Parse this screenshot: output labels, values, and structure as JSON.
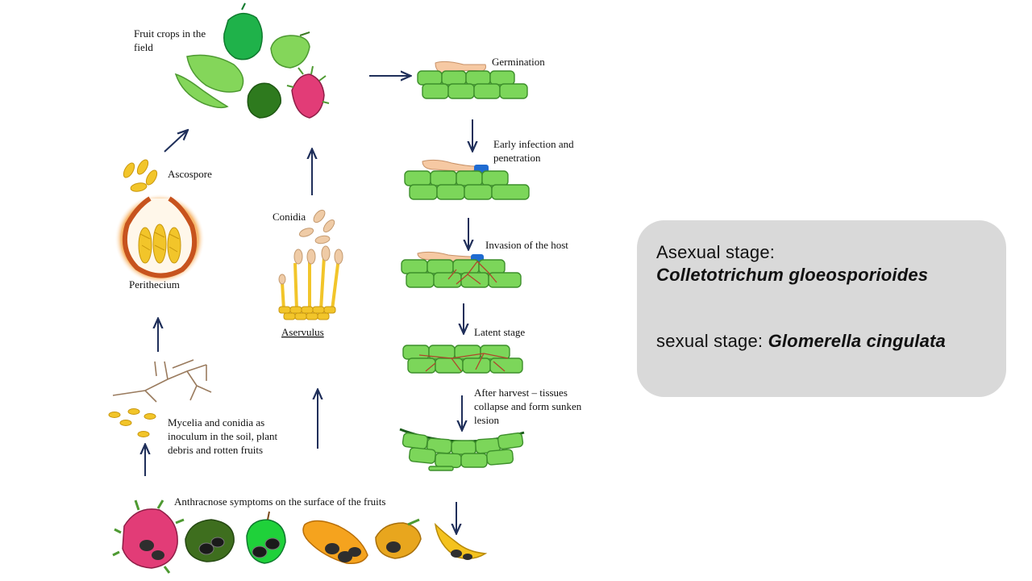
{
  "diagram": {
    "labels": {
      "fruit_crops": [
        "Fruit crops in the",
        "field"
      ],
      "germination": "Germination",
      "early_infection": [
        "Early infection and",
        "penetration"
      ],
      "invasion": "Invasion of the host",
      "latent": "Latent stage",
      "after_harvest": [
        "After harvest – tissues",
        "collapse and form sunken",
        "lesion"
      ],
      "ascospore": "Ascospore",
      "perithecium": "Perithecium",
      "conidia": "Conidia",
      "aservulus": "Aservulus",
      "mycelia": [
        "Mycelia and conidia as",
        "inoculum in the soil, plant",
        "debris and rotten fruits"
      ],
      "anthracnose": "Anthracnose symptoms on the surface of the fruits"
    },
    "icons": [
      "fruit-crops-icon",
      "host-cells-icon",
      "perithecium-icon",
      "acervulus-icon",
      "mycelium-icon",
      "infected-fruits-icon"
    ]
  },
  "stage_box": {
    "asexual_label": "Asexual stage:",
    "asexual_name": "Colletotrichum gloeosporioides",
    "sexual_label": "sexual stage: ",
    "sexual_name": "Glomerella cingulata"
  },
  "colors": {
    "arrow": "#1f2f5a",
    "cell_fill": "#7cd65a",
    "cell_stroke": "#3d8f2b",
    "spore": "#f2c52a",
    "box": "#d9d9d9"
  }
}
